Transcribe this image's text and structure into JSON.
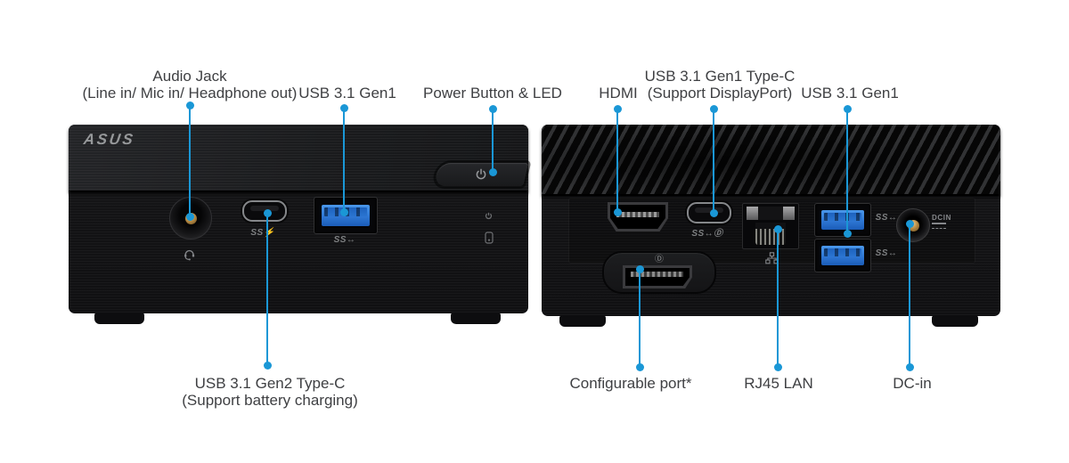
{
  "colors": {
    "accent": "#1a97d6",
    "label_text": "#3f4043"
  },
  "logo_text": "ASUS",
  "annotations": {
    "audio_jack": {
      "line1": "Audio Jack",
      "line2": "(Line in/ Mic in/ Headphone out)"
    },
    "usb31_gen1_front": {
      "line1": "USB 3.1 Gen1"
    },
    "power_button_led": {
      "line1": "Power Button & LED"
    },
    "usb31_gen2_type_c": {
      "line1": "USB 3.1 Gen2 Type-C",
      "line2": "(Support battery charging)"
    },
    "hdmi": {
      "line1": "HDMI"
    },
    "usb31_gen1_type_c": {
      "line1": "USB 3.1 Gen1 Type-C",
      "line2": "(Support DisplayPort)"
    },
    "usb31_gen1_rear": {
      "line1": "USB 3.1 Gen1"
    },
    "configurable_port": {
      "line1": "Configurable port*"
    },
    "rj45_lan": {
      "line1": "RJ45 LAN"
    },
    "dc_in": {
      "line1": "DC-in"
    }
  },
  "markings": {
    "usb_c_front": "SS⚡",
    "usb_a": "SS↔",
    "usb_c_rear": "SS↔Ⓓ",
    "dc_in": "DCIN",
    "dp_logo": "Ⓓ"
  },
  "icons": {
    "power_button": "power-symbol",
    "power_led": "power-symbol-small",
    "hdd_led": "drive-outline",
    "headset": "headset-with-mic",
    "lan": "network-nodes",
    "dp": "displayport-logo"
  }
}
